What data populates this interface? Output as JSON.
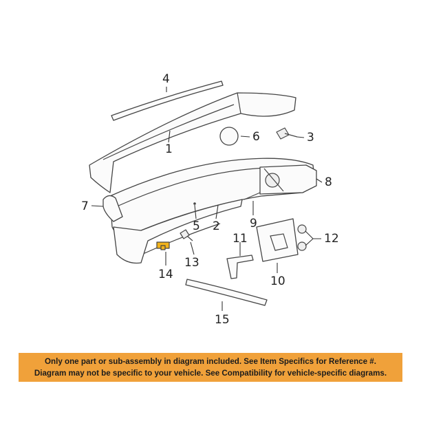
{
  "diagram": {
    "callouts": [
      {
        "id": "c1",
        "label": "1"
      },
      {
        "id": "c2",
        "label": "2"
      },
      {
        "id": "c3",
        "label": "3"
      },
      {
        "id": "c4",
        "label": "4"
      },
      {
        "id": "c5",
        "label": "5"
      },
      {
        "id": "c6",
        "label": "6"
      },
      {
        "id": "c7",
        "label": "7"
      },
      {
        "id": "c8",
        "label": "8"
      },
      {
        "id": "c9",
        "label": "9"
      },
      {
        "id": "c10",
        "label": "10"
      },
      {
        "id": "c11",
        "label": "11"
      },
      {
        "id": "c12",
        "label": "12"
      },
      {
        "id": "c13",
        "label": "13"
      },
      {
        "id": "c14",
        "label": "14"
      },
      {
        "id": "c15",
        "label": "15"
      }
    ],
    "highlight_color": "#f2b31c"
  },
  "disclaimer": {
    "line1": "Only one part or sub-assembly in diagram included. See Item Specifics for Reference #.",
    "line2": "Diagram may not be specific to your vehicle. See Compatibility for vehicle-specific diagrams.",
    "background": "#f0a13a"
  }
}
